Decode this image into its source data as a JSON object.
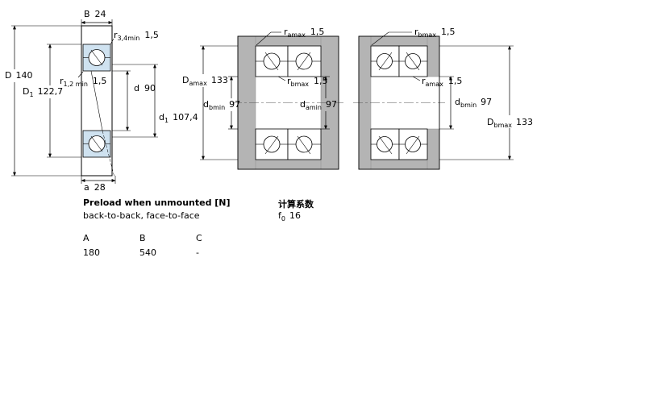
{
  "colors": {
    "bearing_fill": "#cfe2f0",
    "steel_gray": "#b4b4b4",
    "background": "#ffffff"
  },
  "left_figure": {
    "B": {
      "sym": "B",
      "val": "24"
    },
    "r34": {
      "sym": "r",
      "sub": "3,4min",
      "val": "1,5"
    },
    "D": {
      "sym": "D",
      "val": "140"
    },
    "r12": {
      "sym": "r",
      "sub": "1,2 min",
      "val": "1,5"
    },
    "D1": {
      "sym": "D",
      "sub": "1",
      "val": "122,7"
    },
    "d": {
      "sym": "d",
      "val": "90"
    },
    "d1": {
      "sym": "d",
      "sub": "1",
      "val": "107,4"
    },
    "a": {
      "sym": "a",
      "val": "28"
    }
  },
  "middle_figure": {
    "ramax": {
      "sym": "r",
      "sub": "amax",
      "val": "1,5"
    },
    "Damax": {
      "sym": "D",
      "sub": "amax",
      "val": "133"
    },
    "rbmax": {
      "sym": "r",
      "sub": "bmax",
      "val": "1,5"
    },
    "dbmin": {
      "sym": "d",
      "sub": "bmin",
      "val": "97"
    },
    "damin": {
      "sym": "d",
      "sub": "amin",
      "val": "97"
    }
  },
  "right_figure": {
    "rbmax": {
      "sym": "r",
      "sub": "bmax",
      "val": "1,5"
    },
    "ramax": {
      "sym": "r",
      "sub": "amax",
      "val": "1,5"
    },
    "dbmin": {
      "sym": "d",
      "sub": "bmin",
      "val": "97"
    },
    "Dbmax": {
      "sym": "D",
      "sub": "bmax",
      "val": "133"
    }
  },
  "preload": {
    "title": "Preload when unmounted [N]",
    "subtitle": "back-to-back, face-to-face",
    "columns": [
      "A",
      "B",
      "C"
    ],
    "values": [
      "180",
      "540",
      "-"
    ]
  },
  "calculation": {
    "title": "计算系数",
    "f0": {
      "sym": "f",
      "sub": "0",
      "val": "16"
    }
  }
}
